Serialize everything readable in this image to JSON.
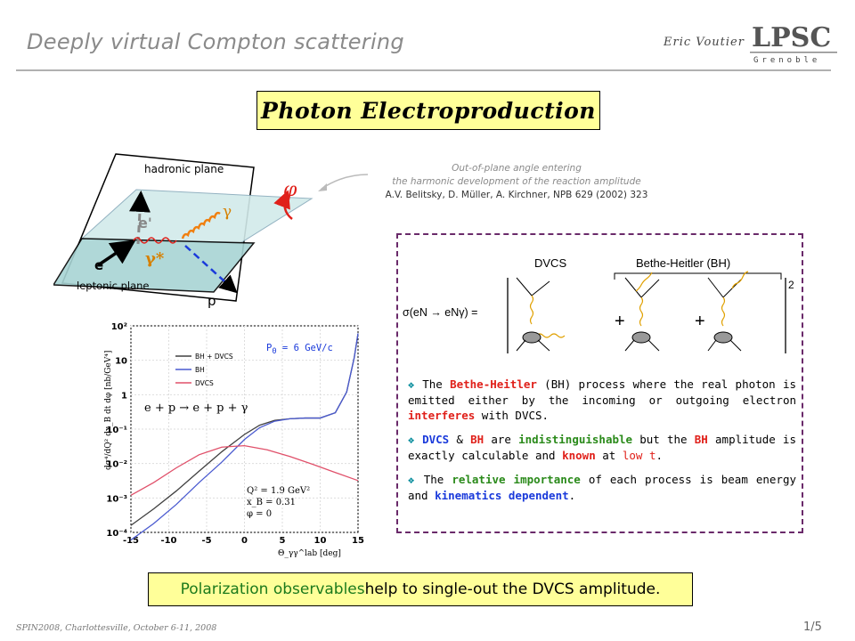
{
  "header": {
    "title": "Deeply virtual Compton scattering",
    "author": "Eric Voutier",
    "logo_text": "LPSC",
    "logo_subtext": "Grenoble"
  },
  "slide_title": "Photon Electroproduction",
  "diagram": {
    "hadronic_plane": "hadronic plane",
    "leptonic_plane": "leptonic plane",
    "phi": "φ",
    "gamma": "γ",
    "gamma_star": "γ*",
    "e_in": "e",
    "e_out": "e'",
    "proton": "p"
  },
  "annotation": {
    "line1": "Out-of-plane angle entering",
    "line2": "the harmonic development of the reaction amplitude",
    "ref": "A.V. Belitsky, D. Müller, A. Kirchner, NPB 629 (2002) 323"
  },
  "formula": {
    "dvcs": "DVCS",
    "bh": "Bethe-Heitler (BH)",
    "lhs": "σ(eN → eNγ) =",
    "plus": "+",
    "power": "2"
  },
  "bullets": {
    "b1": {
      "p1": "The ",
      "p2": "Bethe-Heitler",
      "p3": " (BH) process where the real photon is emitted either by the incoming or outgoing electron ",
      "p4": "interferes",
      "p5": " with DVCS."
    },
    "b2": {
      "p1": "DVCS",
      "p2": " & ",
      "p3": "BH",
      "p4": " are ",
      "p5": "indistinguishable",
      "p6": " but the ",
      "p7": "BH",
      "p8": " amplitude is exactly calculable and ",
      "p9": "known",
      "p10": " at ",
      "p11": "low t",
      "p12": "."
    },
    "b3": {
      "p1": "The ",
      "p2": "relative importance",
      "p3": " of each process is beam energy and ",
      "p4": "kinematics dependent",
      "p5": "."
    }
  },
  "plot_label": "P",
  "plot_label_sub": "0",
  "plot_label_rest": " = 6 GeV/c",
  "chart_data": {
    "type": "line",
    "ylabel": "dσ⁴/dQ² dx_B dt dφ [nb/GeV⁴]",
    "xlabel": "Θ_γγ^lab [deg]",
    "xlim": [
      -15,
      15
    ],
    "ylim_log10": [
      -4,
      2
    ],
    "x_ticks": [
      "-15",
      "-10",
      "-5",
      "0",
      "5",
      "10",
      "15"
    ],
    "y_ticks": [
      "10⁻⁴",
      "10⁻³",
      "10⁻²",
      "10⁻¹",
      "1",
      "10",
      "10²"
    ],
    "reaction": "e + p → e + p + γ",
    "kinematics": [
      "Q² = 1.9 GeV²",
      "x_B = 0.31",
      "φ = 0"
    ],
    "series": [
      {
        "name": "BH + DVCS",
        "color": "#404040",
        "x": [
          -15,
          -12,
          -9,
          -6,
          -3,
          0,
          2,
          4,
          6,
          8,
          10,
          12,
          13.5,
          14.5,
          15
        ],
        "y": [
          0.00016,
          0.00048,
          0.0016,
          0.006,
          0.022,
          0.07,
          0.13,
          0.18,
          0.2,
          0.21,
          0.21,
          0.3,
          1.2,
          12,
          60
        ]
      },
      {
        "name": "BH",
        "color": "#4a5ad0",
        "x": [
          -15,
          -12,
          -9,
          -6,
          -3,
          0,
          2,
          4,
          6,
          8,
          10,
          12,
          13.5,
          14.5,
          15
        ],
        "y": [
          6e-05,
          0.00018,
          0.00065,
          0.0028,
          0.011,
          0.05,
          0.11,
          0.17,
          0.2,
          0.21,
          0.21,
          0.3,
          1.2,
          12,
          60
        ]
      },
      {
        "name": "DVCS",
        "color": "#e0506a",
        "x": [
          -15,
          -12,
          -9,
          -6,
          -3,
          0,
          3,
          6,
          9,
          12,
          15
        ],
        "y": [
          0.0012,
          0.0028,
          0.0075,
          0.018,
          0.03,
          0.033,
          0.025,
          0.016,
          0.0095,
          0.0055,
          0.0032
        ]
      }
    ]
  },
  "bottom_message": {
    "part1": "Polarization observables",
    "part2": " help to single-out the DVCS amplitude."
  },
  "footer": "SPIN2008, Charlottesville, October 6-11, 2008",
  "page_number": "1/5"
}
